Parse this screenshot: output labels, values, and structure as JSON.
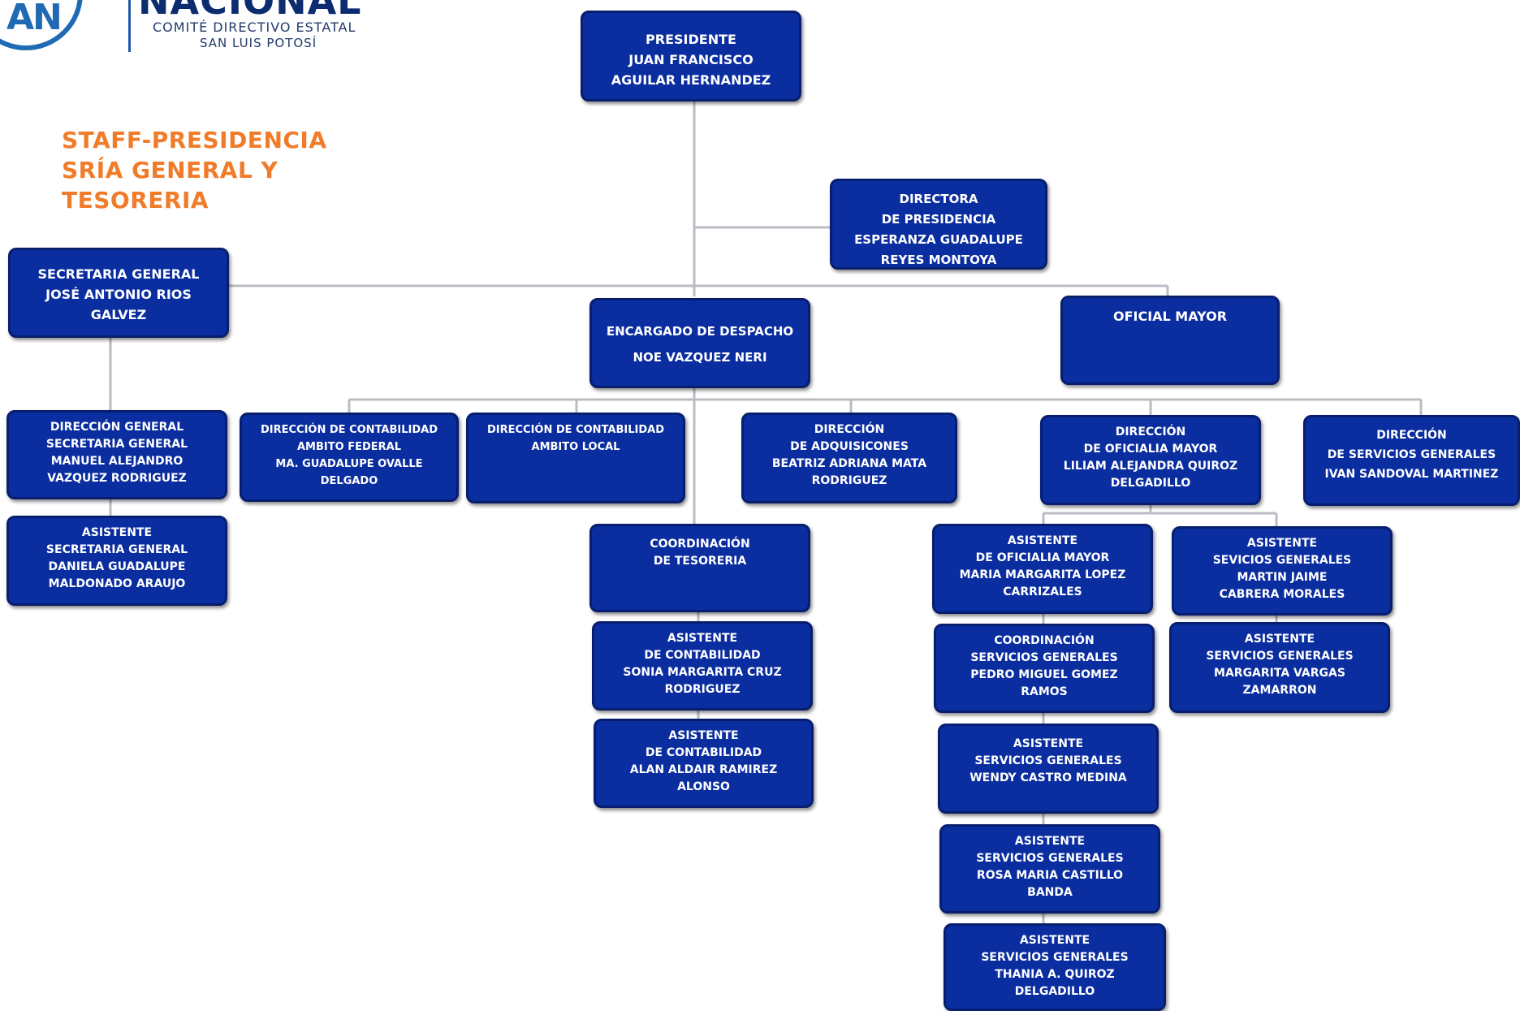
{
  "logo": {
    "initials": "AN",
    "wordmark": "NACIONAL",
    "subtitle_1": "COMITÉ DIRECTIVO ESTATAL",
    "subtitle_2": "SAN LUIS POTOSÍ"
  },
  "section_title": [
    "STAFF-PRESIDENCIA",
    "SRÍA GENERAL Y",
    "TESORERIA"
  ],
  "colors": {
    "box_fill": "#0a2da0",
    "box_border": "#071e6e",
    "connector": "#b9bcc2",
    "title_accent": "#f07c2a",
    "logo_blue": "#1f6ab3"
  },
  "nodes": {
    "presidente": [
      "PRESIDENTE",
      "JUAN FRANCISCO",
      "AGUILAR HERNANDEZ"
    ],
    "directora_presidencia": [
      "DIRECTORA",
      "DE PRESIDENCIA",
      "ESPERANZA GUADALUPE",
      "REYES MONTOYA"
    ],
    "secretaria_general": [
      "SECRETARIA GENERAL",
      "JOSÉ ANTONIO RIOS",
      "GALVEZ"
    ],
    "encargado_despacho": [
      "ENCARGADO DE DESPACHO",
      "NOE VAZQUEZ NERI"
    ],
    "oficial_mayor": [
      "OFICIAL MAYOR"
    ],
    "direccion_general_sg": [
      "DIRECCIÓN GENERAL",
      "SECRETARIA GENERAL",
      "MANUEL ALEJANDRO",
      "VAZQUEZ RODRIGUEZ"
    ],
    "asistente_sg": [
      "ASISTENTE",
      "SECRETARIA GENERAL",
      "DANIELA GUADALUPE",
      "MALDONADO ARAUJO"
    ],
    "contabilidad_federal": [
      "DIRECCIÓN DE CONTABILIDAD",
      "AMBITO FEDERAL",
      "MA. GUADALUPE OVALLE",
      "DELGADO"
    ],
    "contabilidad_local": [
      "DIRECCIÓN DE CONTABILIDAD",
      "AMBITO LOCAL"
    ],
    "adquisiciones": [
      "DIRECCIÓN",
      "DE ADQUISICONES",
      "BEATRIZ ADRIANA MATA",
      "RODRIGUEZ"
    ],
    "oficialia_mayor": [
      "DIRECCIÓN",
      "DE OFICIALIA MAYOR",
      "LILIAM ALEJANDRA QUIROZ",
      "DELGADILLO"
    ],
    "servicios_generales": [
      "DIRECCIÓN",
      "DE SERVICIOS GENERALES",
      "IVAN SANDOVAL MARTINEZ"
    ],
    "coord_tesoreria": [
      "COORDINACIÓN",
      "DE TESORERIA"
    ],
    "asist_contabilidad_1": [
      "ASISTENTE",
      "DE CONTABILIDAD",
      "SONIA MARGARITA CRUZ",
      "RODRIGUEZ"
    ],
    "asist_contabilidad_2": [
      "ASISTENTE",
      "DE CONTABILIDAD",
      "ALAN ALDAIR RAMIREZ",
      "ALONSO"
    ],
    "asist_oficialia": [
      "ASISTENTE",
      "DE OFICIALIA MAYOR",
      "MARIA MARGARITA LOPEZ",
      "CARRIZALES"
    ],
    "coord_servicios": [
      "COORDINACIÓN",
      "SERVICIOS GENERALES",
      "PEDRO MIGUEL GOMEZ",
      "RAMOS"
    ],
    "asist_sg_wendy": [
      "ASISTENTE",
      "SERVICIOS GENERALES",
      "WENDY CASTRO MEDINA"
    ],
    "asist_sg_rosa": [
      "ASISTENTE",
      "SERVICIOS GENERALES",
      "ROSA MARIA CASTILLO",
      "BANDA"
    ],
    "asist_sg_thania": [
      "ASISTENTE",
      "SERVICIOS GENERALES",
      "THANIA A. QUIROZ",
      "DELGADILLO"
    ],
    "asist_sg_martin": [
      "ASISTENTE",
      "SEVICIOS GENERALES",
      "MARTIN JAIME",
      "CABRERA MORALES"
    ],
    "asist_sg_margarita": [
      "ASISTENTE",
      "SERVICIOS GENERALES",
      "MARGARITA VARGAS",
      "ZAMARRON"
    ]
  },
  "edges": [
    [
      "presidente",
      "directora_presidencia"
    ],
    [
      "presidente",
      "secretaria_general"
    ],
    [
      "presidente",
      "encargado_despacho"
    ],
    [
      "presidente",
      "oficial_mayor"
    ],
    [
      "secretaria_general",
      "direccion_general_sg"
    ],
    [
      "direccion_general_sg",
      "asistente_sg"
    ],
    [
      "encargado_despacho",
      "contabilidad_federal"
    ],
    [
      "encargado_despacho",
      "contabilidad_local"
    ],
    [
      "encargado_despacho",
      "adquisiciones"
    ],
    [
      "encargado_despacho",
      "oficialia_mayor"
    ],
    [
      "encargado_despacho",
      "servicios_generales"
    ],
    [
      "encargado_despacho",
      "coord_tesoreria"
    ],
    [
      "coord_tesoreria",
      "asist_contabilidad_1"
    ],
    [
      "coord_tesoreria",
      "asist_contabilidad_2"
    ],
    [
      "oficialia_mayor",
      "asist_oficialia"
    ],
    [
      "oficialia_mayor",
      "asist_sg_martin"
    ],
    [
      "asist_oficialia",
      "coord_servicios"
    ],
    [
      "coord_servicios",
      "asist_sg_wendy"
    ],
    [
      "asist_sg_wendy",
      "asist_sg_rosa"
    ],
    [
      "asist_sg_rosa",
      "asist_sg_thania"
    ],
    [
      "asist_sg_martin",
      "asist_sg_margarita"
    ]
  ]
}
